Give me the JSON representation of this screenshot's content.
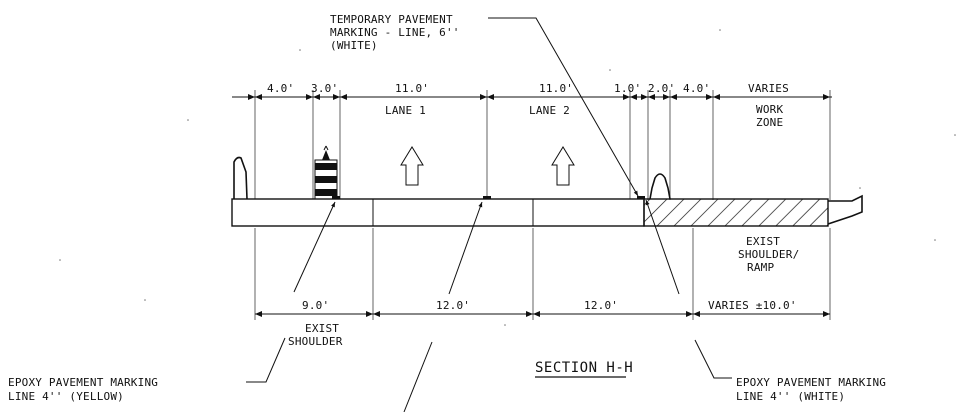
{
  "notes": {
    "temporary_marking": [
      "TEMPORARY PAVEMENT",
      "MARKING - LINE, 6''",
      "(WHITE)"
    ],
    "epoxy_yellow": [
      "EPOXY PAVEMENT MARKING",
      "LINE 4'' (YELLOW)"
    ],
    "epoxy_white": [
      "EPOXY PAVEMENT MARKING",
      "LINE 4'' (WHITE)"
    ]
  },
  "top_dims": [
    "4.0'",
    "3.0'",
    "11.0'",
    "11.0'",
    "1.0'",
    "2.0'",
    "4.0'",
    "VARIES"
  ],
  "lanes": {
    "lane1": "LANE 1",
    "lane2": "LANE 2",
    "work_zone": [
      "WORK",
      "ZONE"
    ]
  },
  "bottom_dims": [
    "9.0'",
    "12.0'",
    "12.0'",
    "VARIES ±10.0'"
  ],
  "labels": {
    "exist_shoulder": [
      "EXIST",
      "SHOULDER"
    ],
    "exist_shoulder_ramp": [
      "EXIST",
      "SHOULDER/",
      "RAMP"
    ]
  },
  "section_title": "SECTION H-H"
}
